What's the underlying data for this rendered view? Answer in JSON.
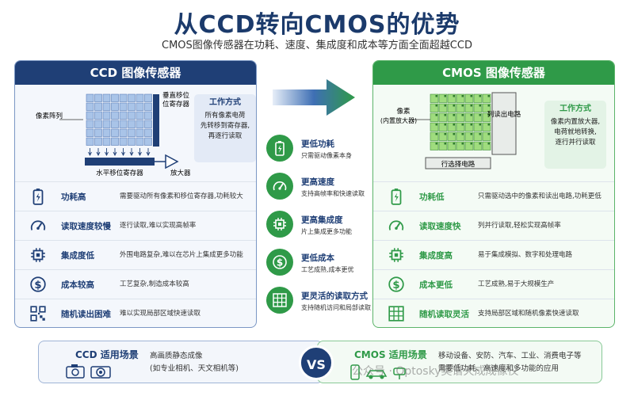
{
  "title": "从CCD转向CMOS的优势",
  "subtitle": "CMOS图像传感器在功耗、速度、集成度和成本等方面全面超越CCD",
  "ccd": {
    "header": "CCD 图像传感器",
    "labels": {
      "pixel_array": "像素阵列",
      "vertical_reg_1": "垂直移位",
      "vertical_reg_2": "位寄存器",
      "horizontal_reg": "水平移位寄存器",
      "amplifier": "放大器"
    },
    "work": {
      "title": "工作方式",
      "lines": [
        "所有像素电荷",
        "先转移到寄存器,",
        "再逐行读取"
      ]
    },
    "rows": [
      {
        "icon": "battery-icon",
        "label": "功耗高",
        "desc": "需要驱动所有像素和移位寄存器,功耗较大"
      },
      {
        "icon": "speedometer-icon",
        "label": "读取速度较慢",
        "desc": "逐行读取,难以实现高帧率"
      },
      {
        "icon": "chip-icon",
        "label": "集成度低",
        "desc": "外围电路复杂,难以在芯片上集成更多功能"
      },
      {
        "icon": "dollar-icon",
        "label": "成本较高",
        "desc": "工艺复杂,制造成本较高"
      },
      {
        "icon": "qr-icon",
        "label": "随机读出困难",
        "desc": "难以实现局部区域快速读取"
      }
    ]
  },
  "cmos": {
    "header": "CMOS 图像传感器",
    "labels": {
      "pixel_1": "像素",
      "pixel_2": "(内置放大器)",
      "column_circuit": "列读出电路",
      "row_select": "行选择电路"
    },
    "work": {
      "title": "工作方式",
      "lines": [
        "像素内置放大器,",
        "电荷就地转换,",
        "逐行并行读取"
      ]
    },
    "rows": [
      {
        "icon": "battery-icon",
        "label": "功耗低",
        "desc": "只需驱动选中的像素和读出电路,功耗更低"
      },
      {
        "icon": "speedometer-icon",
        "label": "读取速度快",
        "desc": "列并行读取,轻松实现高帧率"
      },
      {
        "icon": "chip-icon",
        "label": "集成度高",
        "desc": "易于集成模拟、数字和处理电路"
      },
      {
        "icon": "dollar-icon",
        "label": "成本更低",
        "desc": "工艺成熟,易于大规模生产"
      },
      {
        "icon": "grid-icon",
        "label": "随机读取灵活",
        "desc": "支持局部区域和随机像素快速读取"
      }
    ]
  },
  "advantages": [
    {
      "icon": "battery-icon",
      "title": "更低功耗",
      "desc": "只需驱动像素本身"
    },
    {
      "icon": "speedometer-icon",
      "title": "更高速度",
      "desc": "支持高帧率和快速读取"
    },
    {
      "icon": "chip-icon",
      "title": "更高集成度",
      "desc": "片上集成更多功能"
    },
    {
      "icon": "dollar-icon",
      "title": "更低成本",
      "desc": "工艺成熟,成本更优"
    },
    {
      "icon": "grid-icon",
      "title": "更灵活的读取方式",
      "desc": "支持随机访问和局部读取"
    }
  ],
  "bottom": {
    "ccd_title": "CCD 适用场景",
    "ccd_lines": [
      "高画质静态成像",
      "(如专业相机、天文相机等)"
    ],
    "vs": "VS",
    "cmos_title": "CMOS 适用场景",
    "cmos_lines": [
      "移动设备、安防、汽车、工业、消费电子等",
      "需要低功耗、高速度和多功能的应用"
    ]
  },
  "watermark": "公众号 · Optosky奥谱天成成像仪",
  "colors": {
    "navy": "#1f3f76",
    "green": "#2f9a48"
  }
}
